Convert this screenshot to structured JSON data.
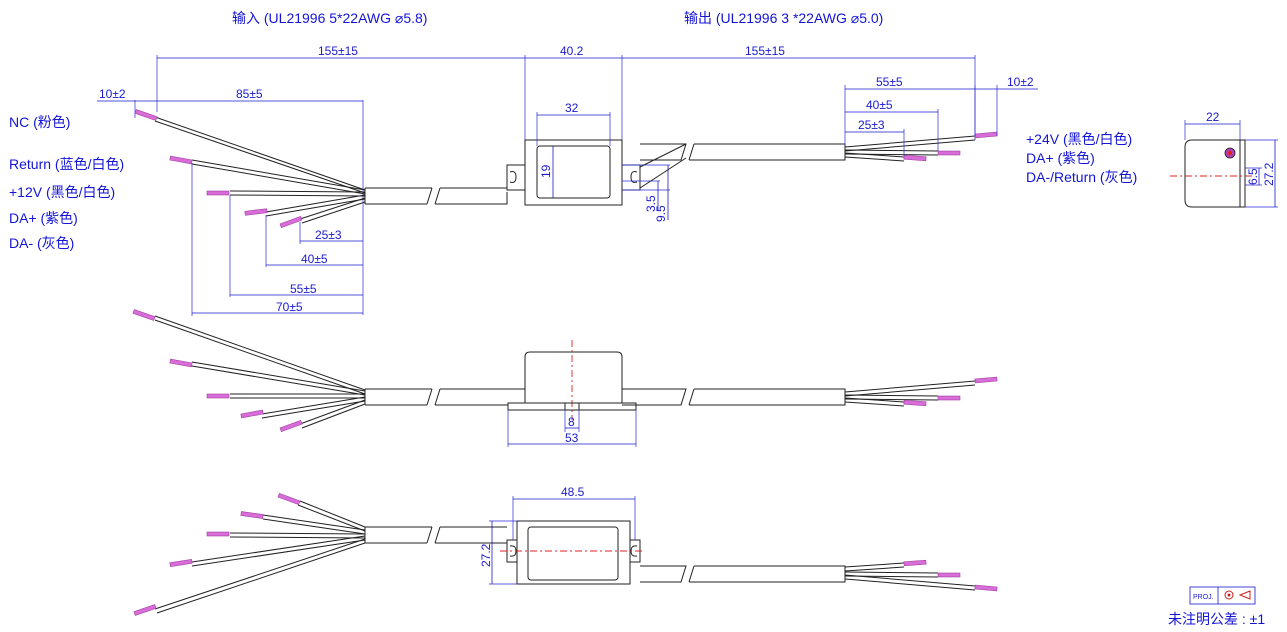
{
  "headers": {
    "input": "输入 (UL21996 5*22AWG  ⌀5.8)",
    "output": "输出 (UL21996 3 *22AWG  ⌀5.0)"
  },
  "input_labels": [
    "NC (粉色)",
    "Return (蓝色/白色)",
    "+12V (黑色/白色)",
    "DA+ (紫色)",
    "DA- (灰色)"
  ],
  "output_labels": [
    "+24V (黑色/白色)",
    "DA+ (紫色)",
    "DA-/Return (灰色)"
  ],
  "dims": {
    "top_left_len": "155±15",
    "top_body": "40.2",
    "top_right_len": "155±15",
    "left_strip": "10±2",
    "left_85": "85±5",
    "left_25": "25±3",
    "left_40": "40±5",
    "left_55": "55±5",
    "left_70": "70±5",
    "body_32": "32",
    "body_19": "19",
    "body_3_5": "3.5",
    "body_9_5": "9.5",
    "right_55": "55±5",
    "right_40": "40±5",
    "right_25": "25±3",
    "right_strip": "10±2",
    "end_22": "22",
    "end_6_5": "6.5",
    "end_27_2": "27.2",
    "side_8": "8",
    "side_53": "53",
    "bottom_48_5": "48.5",
    "bottom_27_2": "27.2"
  },
  "proj_label": "PROJ.",
  "tolerance_note": "未注明公差 : ±1",
  "colors": {
    "label_blue": "#1414d8",
    "tip_pink": "#d86cd8",
    "center_red": "#e02020"
  }
}
